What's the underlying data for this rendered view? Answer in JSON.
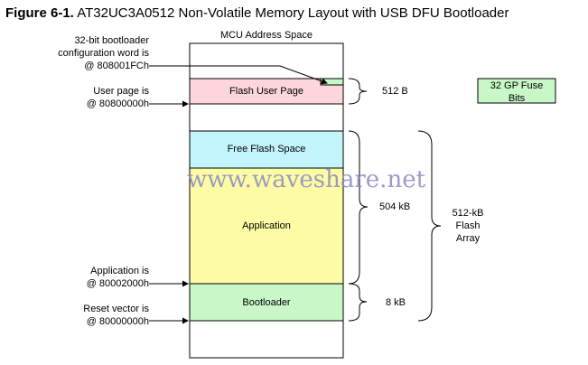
{
  "figure": {
    "number": "Figure 6-1.",
    "caption": "AT32UC3A0512 Non-Volatile Memory Layout with USB DFU Bootloader"
  },
  "memory_map": {
    "header": "MCU Address Space",
    "regions": [
      {
        "id": "flash-user-page",
        "label": "Flash User Page",
        "color": "#fcd6dc"
      },
      {
        "id": "free-flash-space",
        "label": "Free Flash Space",
        "color": "#c2f4fb"
      },
      {
        "id": "application",
        "label": "Application",
        "color": "#fdfca4"
      },
      {
        "id": "bootloader",
        "label": "Bootloader",
        "color": "#c8f7c8"
      }
    ]
  },
  "address_labels": {
    "config_word": [
      "32-bit bootloader",
      "configuration word is",
      "@ 808001FCh"
    ],
    "user_page": [
      "User page is",
      "@ 80800000h"
    ],
    "application": [
      "Application is",
      "@ 80002000h"
    ],
    "reset_vector": [
      "Reset vector is",
      "@ 80000000h"
    ]
  },
  "sizes": {
    "user_page": "512 B",
    "application": "504 kB",
    "bootloader": "8 kB",
    "flash_array": [
      "512-kB",
      "Flash",
      "Array"
    ]
  },
  "fuse_box": {
    "label": [
      "32 GP Fuse",
      "Bits"
    ],
    "color": "#c8f7c8"
  },
  "watermark": "www.waveshare.net"
}
